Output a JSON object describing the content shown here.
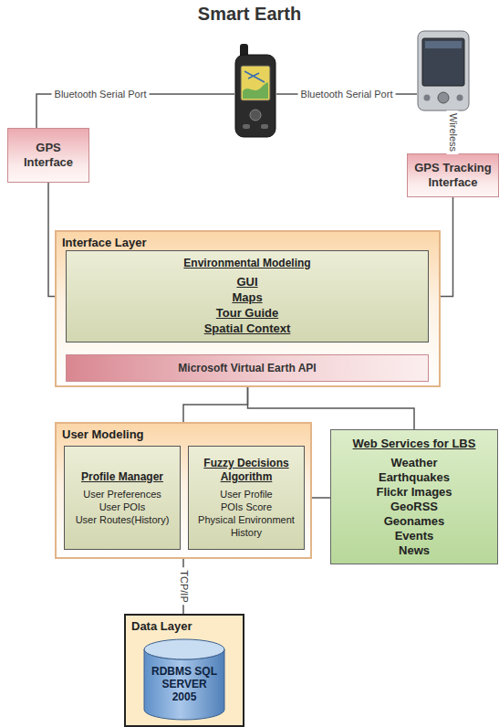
{
  "diagram": {
    "title": "Smart Earth",
    "nodes": [
      {
        "text": [
          "GPS Interface"
        ]
      },
      {
        "text": [
          "GPS Tracking Interface"
        ]
      },
      {
        "text": [
          "Interface Layer"
        ]
      },
      {
        "text": [
          "Environmental Modeling",
          "GUI",
          "Maps",
          "Tour Guide",
          "Spatial Context"
        ],
        "in": 2
      },
      {
        "text": [
          "Microsoft Virtual Earth  API"
        ],
        "in": 2
      },
      {
        "text": [
          "User Modeling"
        ]
      },
      {
        "text": [
          "Profile Manager",
          "User Preferences",
          "User POIs",
          "User Routes(History)"
        ],
        "in": 5
      },
      {
        "text": [
          "Fuzzy Decisions Algorithm",
          "User Profile",
          "POIs Score",
          "Physical  Environment",
          "History"
        ],
        "in": 5
      },
      {
        "text": [
          "Web Services for LBS",
          "Weather",
          "Earthquakes",
          "Flickr Images",
          "GeoRSS",
          "Geonames",
          "Events",
          "News"
        ]
      },
      {
        "text": [
          "Data Layer"
        ]
      },
      {
        "text": [
          "RDBMS SQL SERVER 2005"
        ],
        "in": 9
      }
    ],
    "edges": [
      {
        "from": 0,
        "to": 3,
        "arrow": "none"
      },
      {
        "from": 1,
        "to": 3,
        "arrow": "none"
      },
      {
        "from": 3,
        "to": 4,
        "arrow": "none"
      },
      {
        "from": 2,
        "to": 5,
        "arrow": "none"
      },
      {
        "from": 2,
        "to": 8,
        "arrow": "none"
      },
      {
        "from": 7,
        "to": 8,
        "arrow": "none"
      },
      {
        "from": 5,
        "to": 9,
        "label": "TCP/IP",
        "arrow": "none"
      }
    ],
    "labels": [
      "Bluetooth Serial Port",
      "Bluetooth Serial Port",
      "Wireless"
    ]
  }
}
